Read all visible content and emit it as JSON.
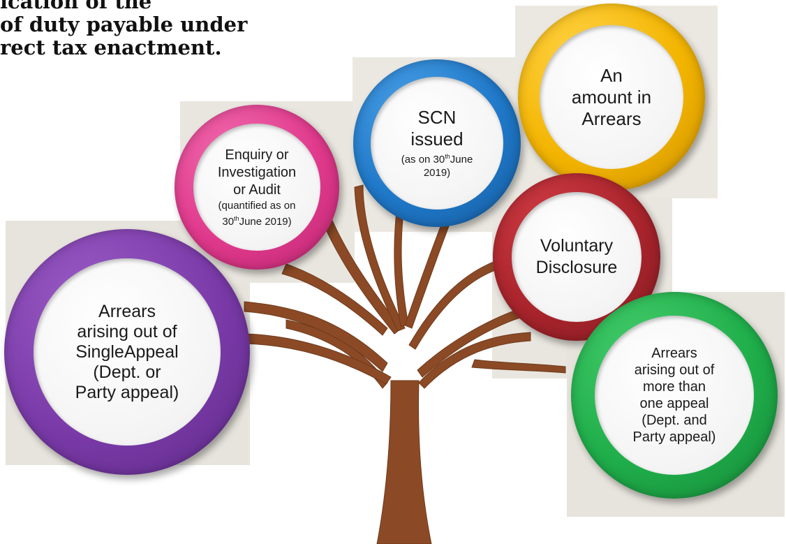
{
  "heading": {
    "lines": [
      "ication of the",
      "of duty payable under",
      "rect tax enactment."
    ]
  },
  "colors": {
    "purple": "#7a3aa8",
    "pink": "#e0398c",
    "blue": "#1f78c8",
    "yellow": "#f3b400",
    "red": "#a9242c",
    "green": "#1fae4a",
    "trunk": "#8b4a25",
    "panel": "#e7e4dd"
  },
  "bubbles": {
    "arrears_single_appeal": {
      "lines": [
        "Arrears",
        "arising out of",
        "SingleAppeal",
        "(Dept. or",
        "Party appeal)"
      ]
    },
    "enquiry": {
      "lines": [
        "Enquiry or",
        "Investigation",
        "or Audit"
      ],
      "note_line1": "(quantified as on",
      "note_day": "30",
      "note_sup": "th",
      "note_rest": "June 2019)"
    },
    "scn": {
      "lines": [
        "SCN",
        "issued"
      ],
      "note_pre": "(as on 30",
      "note_sup": "th",
      "note_post": "June",
      "note_line2": "2019)"
    },
    "arrears_amount": {
      "lines": [
        "An",
        "amount in",
        "Arrears"
      ]
    },
    "voluntary": {
      "lines": [
        "Voluntary",
        "Disclosure"
      ]
    },
    "arrears_multiple_appeal": {
      "lines": [
        "Arrears",
        "arising out of",
        "more than",
        "one appeal",
        "(Dept. and",
        "Party appeal)"
      ]
    }
  }
}
